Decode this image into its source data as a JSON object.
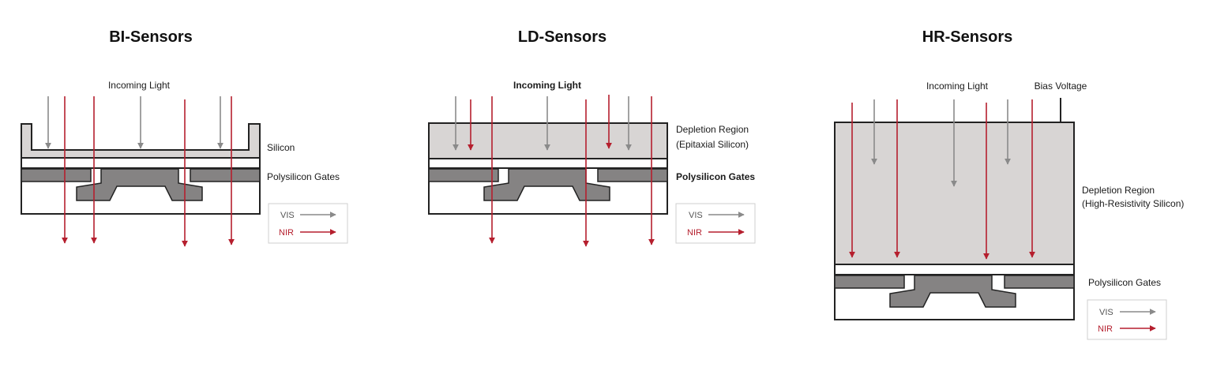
{
  "colors": {
    "vis": "#8a8a8a",
    "nir": "#b51f2e",
    "silicon": "#d8d5d4",
    "gate": "#858383",
    "outline": "#222222"
  },
  "panels": {
    "bi": {
      "title": "BI-Sensors",
      "incoming_light": "Incoming Light",
      "silicon": "Silicon",
      "gates": "Polysilicon Gates",
      "legend": {
        "vis": "VIS",
        "nir": "NIR"
      }
    },
    "ld": {
      "title": "LD-Sensors",
      "incoming_light": "Incoming Light",
      "depletion_1": "Depletion Region",
      "depletion_2": "(Epitaxial Silicon)",
      "gates": "Polysilicon Gates",
      "legend": {
        "vis": "VIS",
        "nir": "NIR"
      }
    },
    "hr": {
      "title": "HR-Sensors",
      "incoming_light": "Incoming Light",
      "bias_voltage": "Bias Voltage",
      "depletion_1": "Depletion Region",
      "depletion_2": "(High-Resistivity Silicon)",
      "gates": "Polysilicon Gates",
      "legend": {
        "vis": "VIS",
        "nir": "NIR"
      }
    }
  }
}
